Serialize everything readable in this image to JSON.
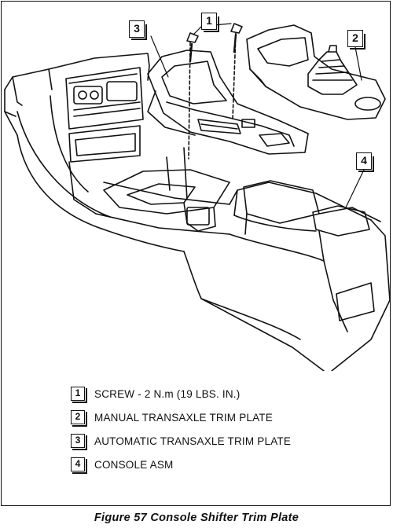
{
  "callouts": [
    {
      "number": "1"
    },
    {
      "number": "2"
    },
    {
      "number": "3"
    },
    {
      "number": "4"
    }
  ],
  "legend": [
    {
      "number": "1",
      "text": "SCREW - 2 N.m (19 LBS. IN.)"
    },
    {
      "number": "2",
      "text": "MANUAL TRANSAXLE TRIM PLATE"
    },
    {
      "number": "3",
      "text": "AUTOMATIC TRANSAXLE TRIM PLATE"
    },
    {
      "number": "4",
      "text": "CONSOLE ASM"
    }
  ],
  "caption": "Figure 57 Console Shifter Trim Plate"
}
